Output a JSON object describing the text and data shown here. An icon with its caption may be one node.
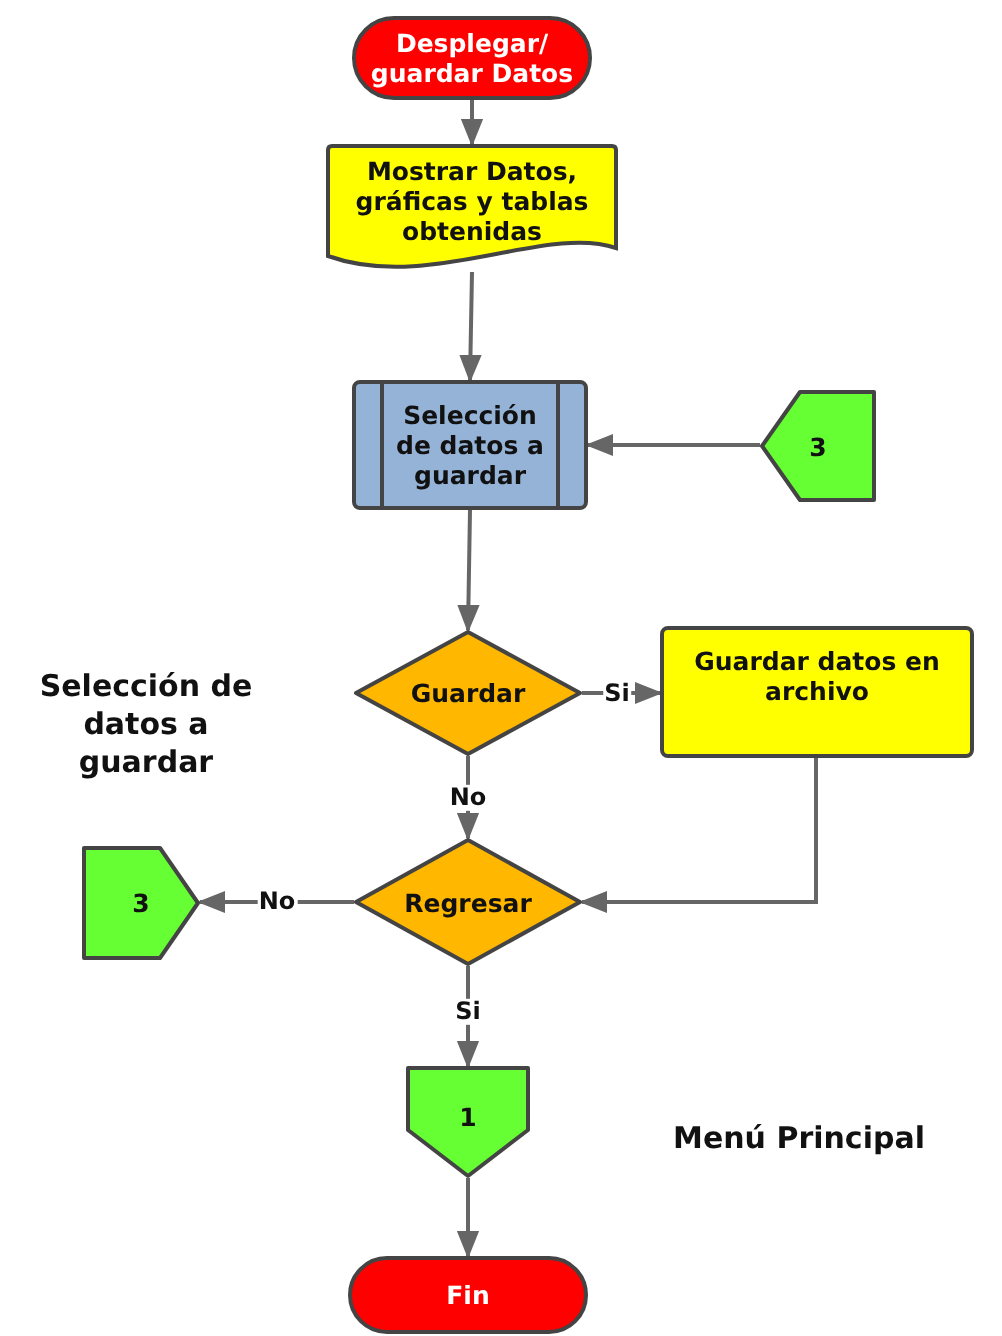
{
  "diagram": {
    "nodes": [
      {
        "text": [
          "Desplegar/ guardar Datos"
        ]
      },
      {
        "text": [
          "Mostrar Datos, gráficas y tablas obtenidas"
        ]
      },
      {
        "text": [
          "Selección de datos a guardar"
        ]
      },
      {
        "text": [
          "3"
        ]
      },
      {
        "text": [
          "Guardar"
        ]
      },
      {
        "text": [
          "Guardar datos en archivo"
        ]
      },
      {
        "text": [
          "3"
        ]
      },
      {
        "text": [
          "Regresar"
        ]
      },
      {
        "text": [
          "1"
        ]
      },
      {
        "text": [
          "Fin"
        ]
      }
    ],
    "edges": [
      {
        "from": 0,
        "to": 1,
        "arrow": "to"
      },
      {
        "from": 1,
        "to": 2,
        "arrow": "to"
      },
      {
        "from": 3,
        "to": 2,
        "arrow": "to"
      },
      {
        "from": 2,
        "to": 4,
        "arrow": "to"
      },
      {
        "from": 4,
        "to": 5,
        "arrow": "to",
        "label": "Si"
      },
      {
        "from": 4,
        "to": 7,
        "arrow": "to",
        "label": "No"
      },
      {
        "from": 5,
        "to": 7,
        "arrow": "to"
      },
      {
        "from": 7,
        "to": 6,
        "arrow": "to",
        "label": "No"
      },
      {
        "from": 7,
        "to": 8,
        "arrow": "to",
        "label": "Si"
      },
      {
        "from": 8,
        "to": 9,
        "arrow": "to"
      }
    ],
    "labels": [
      "Selección de datos a guardar",
      "Menú Principal"
    ]
  }
}
